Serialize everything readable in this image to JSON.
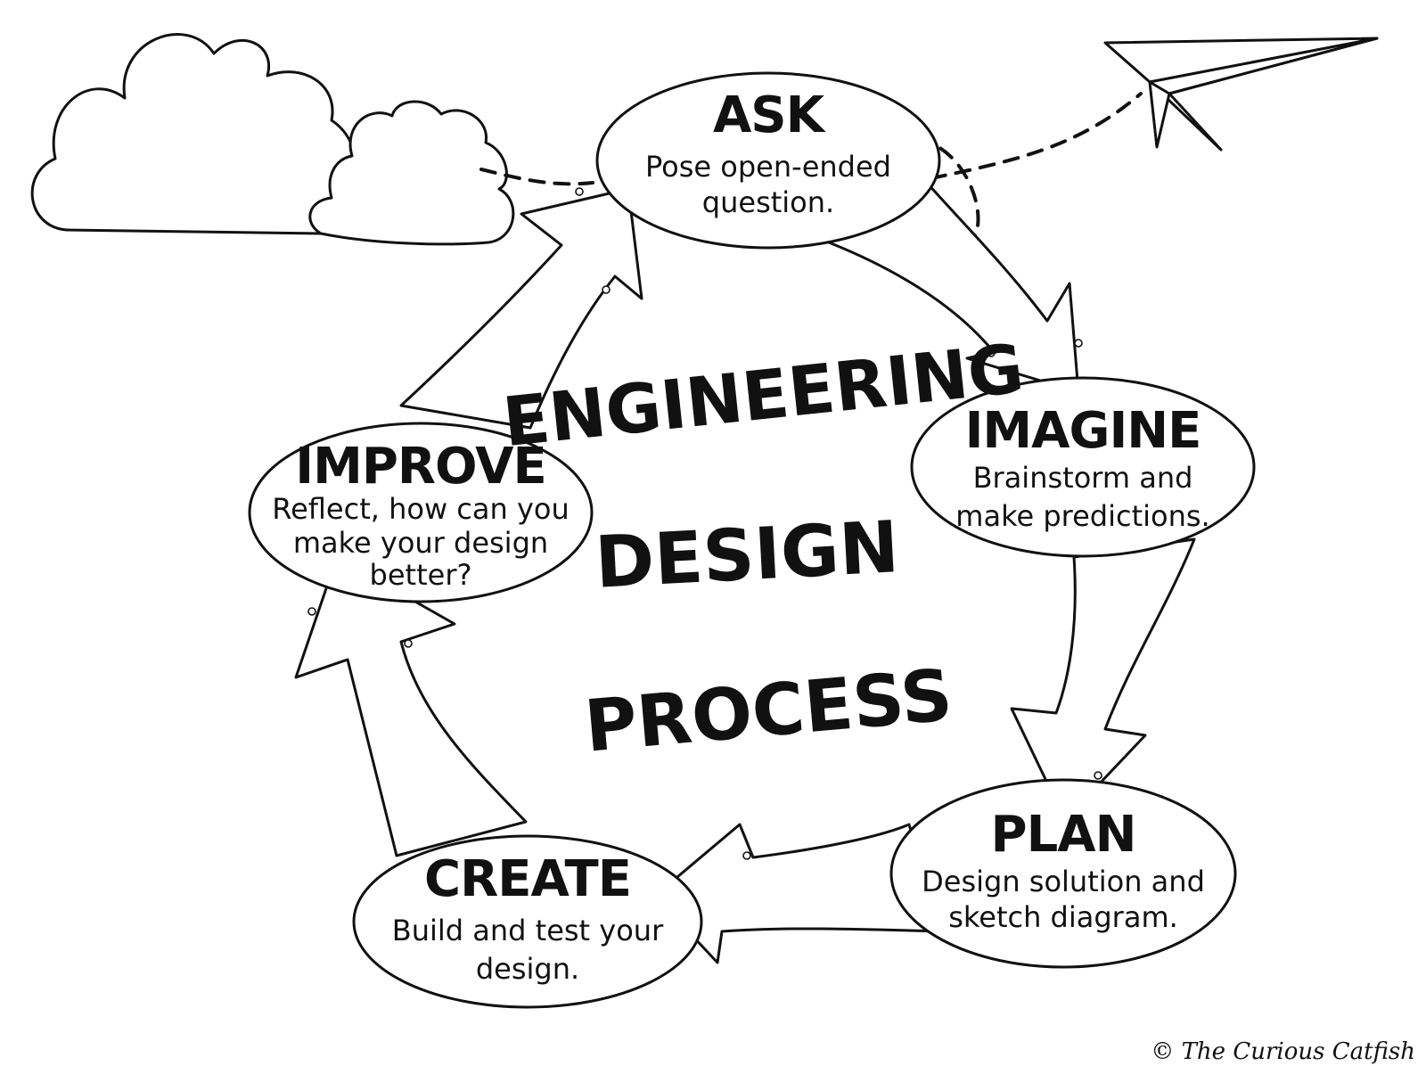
{
  "center_title": {
    "line1": "ENGINEERING",
    "line2": "DESIGN",
    "line3": "PROCESS"
  },
  "steps": [
    {
      "id": "ask",
      "title": "ASK",
      "desc": [
        "Pose open-ended",
        "question."
      ]
    },
    {
      "id": "imagine",
      "title": "IMAGINE",
      "desc": [
        "Brainstorm and",
        "make predictions."
      ]
    },
    {
      "id": "plan",
      "title": "PLAN",
      "desc": [
        "Design solution and",
        "sketch diagram."
      ]
    },
    {
      "id": "create",
      "title": "CREATE",
      "desc": [
        "Build and test your",
        "design."
      ]
    },
    {
      "id": "improve",
      "title": "IMPROVE",
      "desc": [
        "Reflect, how can you",
        "make your design",
        "better?"
      ]
    }
  ],
  "credit": "© The Curious Catfish",
  "icons": [
    "cloud-icon",
    "paper-airplane-icon"
  ]
}
